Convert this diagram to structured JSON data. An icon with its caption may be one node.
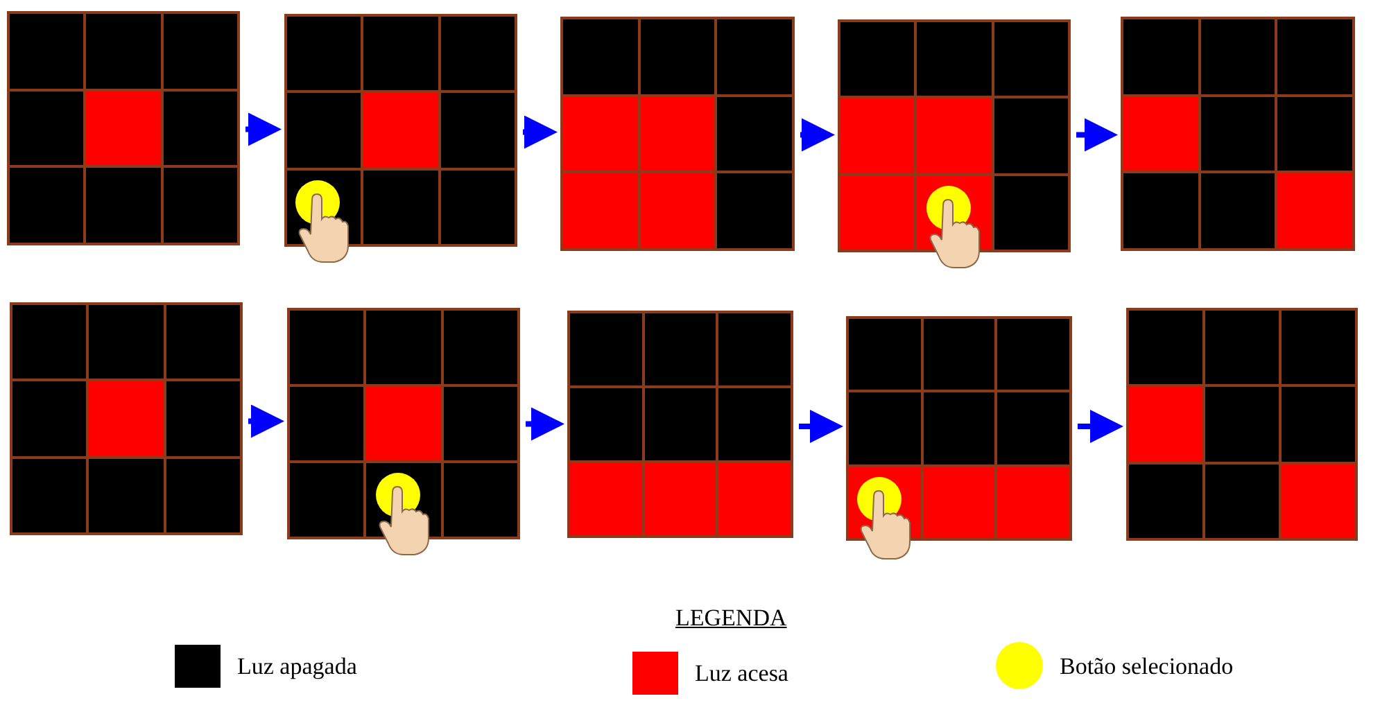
{
  "diagram": {
    "nodes": [
      {
        "text": [],
        "shape": "grid"
      },
      {
        "text": [],
        "shape": "grid"
      },
      {
        "text": [],
        "shape": "grid"
      },
      {
        "text": [],
        "shape": "grid"
      },
      {
        "text": [],
        "shape": "grid"
      },
      {
        "text": [],
        "shape": "grid"
      },
      {
        "text": [],
        "shape": "grid"
      },
      {
        "text": [],
        "shape": "grid"
      },
      {
        "text": [],
        "shape": "grid"
      },
      {
        "text": [],
        "shape": "grid"
      }
    ],
    "edges": [
      {
        "from": 0,
        "to": 1,
        "arrow": "to"
      },
      {
        "from": 1,
        "to": 2,
        "arrow": "to"
      },
      {
        "from": 2,
        "to": 3,
        "arrow": "to"
      },
      {
        "from": 3,
        "to": 4,
        "arrow": "to"
      },
      {
        "from": 5,
        "to": 6,
        "arrow": "to"
      },
      {
        "from": 6,
        "to": 7,
        "arrow": "to"
      },
      {
        "from": 7,
        "to": 8,
        "arrow": "to"
      },
      {
        "from": 8,
        "to": 9,
        "arrow": "to"
      }
    ],
    "labels": [
      "LEGENDA"
    ],
    "legend": [
      {
        "text": "Luz apagada",
        "color": "#000000"
      },
      {
        "text": "Luz acesa",
        "color": "#ff0000"
      },
      {
        "text": "Botão selecionado",
        "color": "#ffff00"
      }
    ]
  }
}
